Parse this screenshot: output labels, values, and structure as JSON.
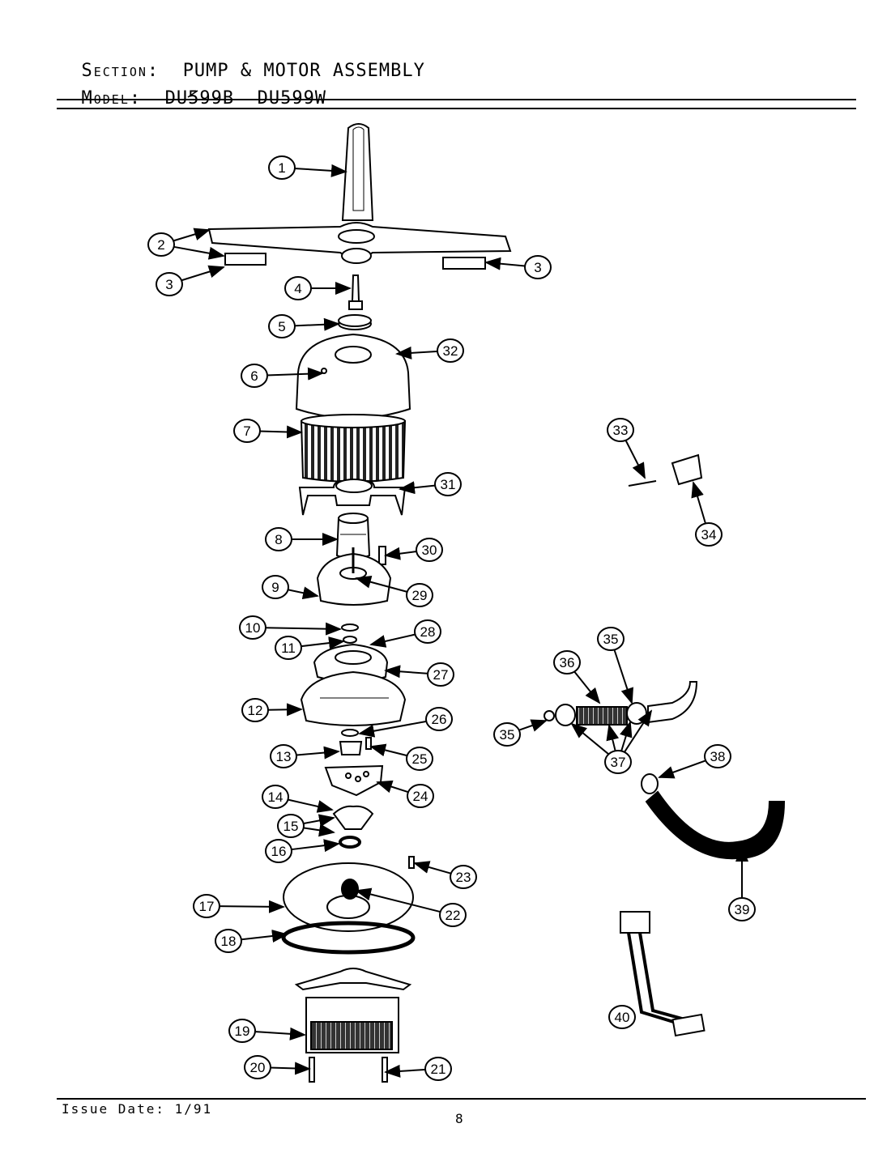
{
  "header": {
    "section_label": "Section:",
    "section_value": "PUMP & MOTOR ASSEMBLY",
    "model_label": "Model:",
    "model_values": "DU599B  DU599W"
  },
  "callouts": [
    "1",
    "2",
    "3",
    "3",
    "4",
    "5",
    "32",
    "6",
    "7",
    "31",
    "8",
    "30",
    "9",
    "29",
    "10",
    "28",
    "11",
    "27",
    "12",
    "26",
    "13",
    "25",
    "24",
    "14",
    "15",
    "16",
    "23",
    "17",
    "22",
    "18",
    "19",
    "20",
    "21",
    "33",
    "34",
    "35",
    "36",
    "35",
    "37",
    "38",
    "39",
    "40"
  ],
  "footer": {
    "issue_date": "Issue Date: 1/91",
    "page_number": "8"
  }
}
